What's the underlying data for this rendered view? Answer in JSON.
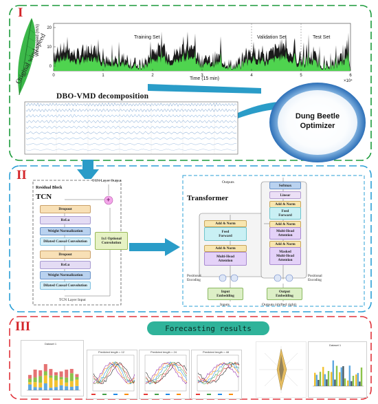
{
  "sections": {
    "one": {
      "numeral": "I"
    },
    "two": {
      "numeral": "II"
    },
    "three": {
      "numeral": "III"
    }
  },
  "wind_chart": {
    "side_label": "Original wind speed",
    "ylabel": "Wind speed (m/s)",
    "xlabel": "Time (15 min)",
    "yticks": [
      "20",
      "10",
      "0"
    ],
    "xticks": [
      "0",
      "1",
      "2",
      "3",
      "4",
      "5",
      "6"
    ],
    "exponent": "×10⁴",
    "sets": [
      "Training Set",
      "Validation Set",
      "Test Set"
    ]
  },
  "decomposition": {
    "title": "DBO-VMD  decomposition"
  },
  "optimizer": {
    "line1": "Dung Beetle",
    "line2": "Optimizer"
  },
  "tcn": {
    "title": "TCN",
    "residual_label": "Residual Block",
    "output_label": "TCN Layer Output",
    "input_label": "TCN Layer Input",
    "plus": "+",
    "conv_label_1": "1x1 Optional",
    "conv_label_2": "Convolution",
    "layers": [
      "Dropout",
      "ReLu",
      "Weight Normalization",
      "Dilated Causal Convolution",
      "Dropout",
      "ReLu",
      "Weight Normalization",
      "Dilated Causal Convolution"
    ]
  },
  "transformer": {
    "title": "Transformer",
    "outputs_label": "Outputs",
    "softmax": "Softmax",
    "linear": "Linear",
    "add_norm": "Add & Norm",
    "feed_forward_1": "Feed",
    "feed_forward_2": "Forward",
    "mha_1": "Multi-Head",
    "mha_2": "Attention",
    "masked_1": "Masked",
    "masked_2": "Multi-Head",
    "masked_3": "Attention",
    "pos_enc_1": "Positional",
    "pos_enc_2": "Encoding",
    "input_emb_1": "Input",
    "input_emb_2": "Embedding",
    "output_emb_1": "Output",
    "output_emb_2": "Embedding",
    "inputs_label": "Inputs",
    "outputs_shifted": "Outputs (shifted right)"
  },
  "results": {
    "title": "Forecasting results",
    "pred_12": "Predicted length = 12",
    "pred_24": "Predicted length = 24",
    "pred_48": "Predicted length = 48",
    "dataset_label": "Dataset 1"
  }
}
